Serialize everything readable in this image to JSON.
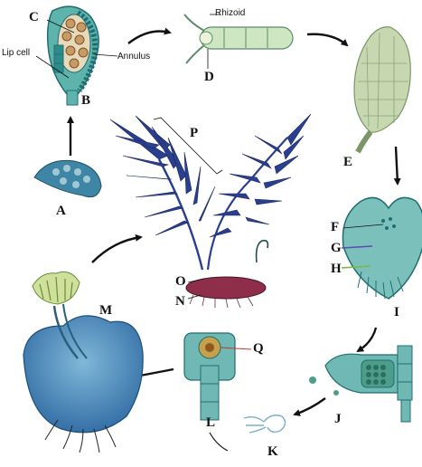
{
  "labels": {
    "A": "A",
    "B": "B",
    "C": "C",
    "D": "D",
    "E": "E",
    "F": "F",
    "G": "G",
    "H": "H",
    "I": "I",
    "J": "J",
    "K": "K",
    "L": "L",
    "M": "M",
    "N": "N",
    "O": "O",
    "P": "P",
    "Q": "Q"
  },
  "annotations": {
    "lip_cell": "Lip cell",
    "annulus": "Annulus",
    "rhizoid": "Rhizoid"
  },
  "colors": {
    "teal": "#4fa6a4",
    "teal_dark": "#1f6f72",
    "frond_blue": "#2b3f8f",
    "sporophyte_blue": "#3d6aa8",
    "gametophyte_green": "#c7d8b0",
    "rhizome_maroon": "#6b2a45",
    "arrow": "#111111"
  }
}
